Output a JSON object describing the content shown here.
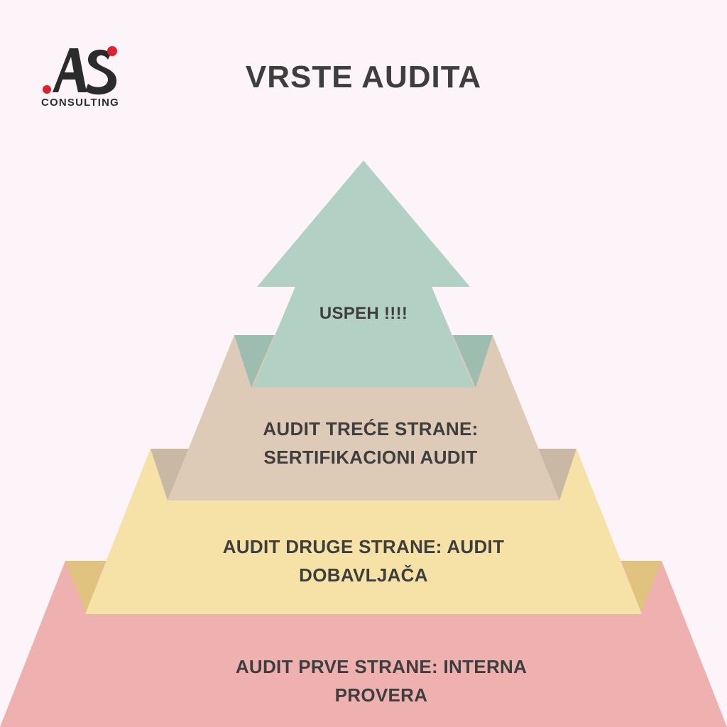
{
  "title": "VRSTE AUDITA",
  "logo": {
    "monogram": "AS",
    "text": "CONSULTING",
    "accent_color": "#e0202a",
    "ink_color": "#2b2b2b"
  },
  "levels": [
    {
      "label": "USPEH !!!!",
      "color": "#b3d0c4",
      "shade": "#9dbdb0"
    },
    {
      "label": "AUDIT TREĆE STRANE: SERTIFIKACIONI AUDIT",
      "color": "#ddcbb8",
      "shade": "#c9b8a3"
    },
    {
      "label": "AUDIT DRUGE STRANE: AUDIT DOBAVLJAČA",
      "color": "#f6e2a6",
      "shade": "#dfc889"
    },
    {
      "label": "AUDIT PRVE STRANE: INTERNA PROVERA",
      "color": "#efb0b0",
      "shade": "#dfc37e"
    }
  ],
  "background": "#fcf4f8"
}
